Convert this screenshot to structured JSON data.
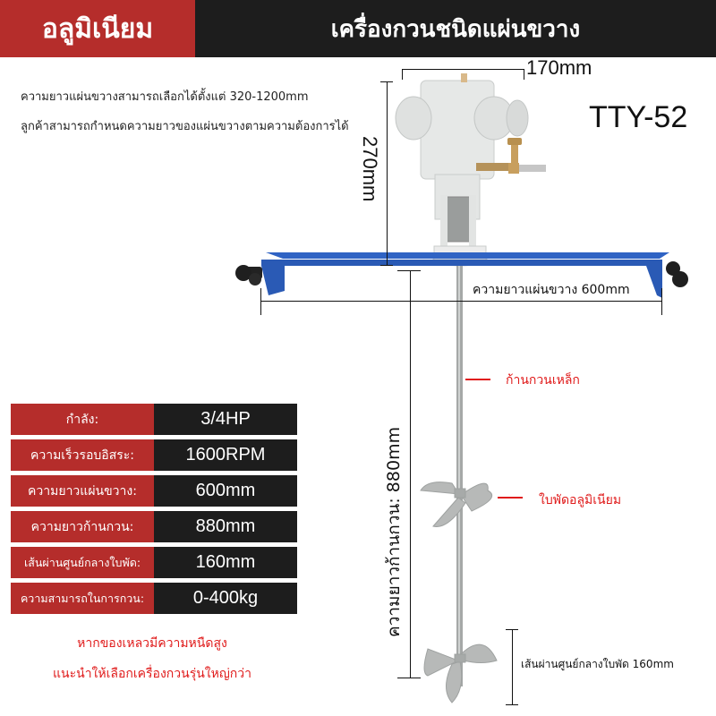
{
  "header": {
    "material": "อลูมิเนียม",
    "product_title": "เครื่องกวนชนิดแผ่นขวาง"
  },
  "notes": [
    "ความยาวแผ่นขวางสามารถเลือกได้ตั้งแต่ 320-1200mm",
    "ลูกค้าสามารถกำหนดความยาวของแผ่นขวางตามความต้องการได้"
  ],
  "model": "TTY-52",
  "dimensions": {
    "motor_width": "170mm",
    "motor_height": "270mm",
    "plate_length": "ความยาวแผ่นขวาง 600mm",
    "shaft_length": "ความยาวก้านกวน: 880mm",
    "impeller_diameter": "เส้นผ่านศูนย์กลางใบพัด 160mm"
  },
  "callouts": {
    "shaft": "ก้านกวนเหล็ก",
    "impeller": "ใบพัดอลูมิเนียม"
  },
  "specs": [
    {
      "label": "กำลัง:",
      "value": "3/4HP"
    },
    {
      "label": "ความเร็วรอบอิสระ:",
      "value": "1600RPM"
    },
    {
      "label": "ความยาวแผ่นขวาง:",
      "value": "600mm"
    },
    {
      "label": "ความยาวก้านกวน:",
      "value": "880mm"
    },
    {
      "label": "เส้นผ่านศูนย์กลางใบพัด:",
      "value": "160mm"
    },
    {
      "label": "ความสามารถในการกวน:",
      "value": "0-400kg"
    }
  ],
  "warning": [
    "หากของเหลวมีความหนืดสูง",
    "แนะนำให้เลือกเครื่องกวนรุ่นใหญ่กว่า"
  ],
  "colors": {
    "brand_red": "#b52d2b",
    "dark": "#1d1d1d",
    "plate_blue": "#2f63c4",
    "callout_red": "#e01b1b"
  }
}
